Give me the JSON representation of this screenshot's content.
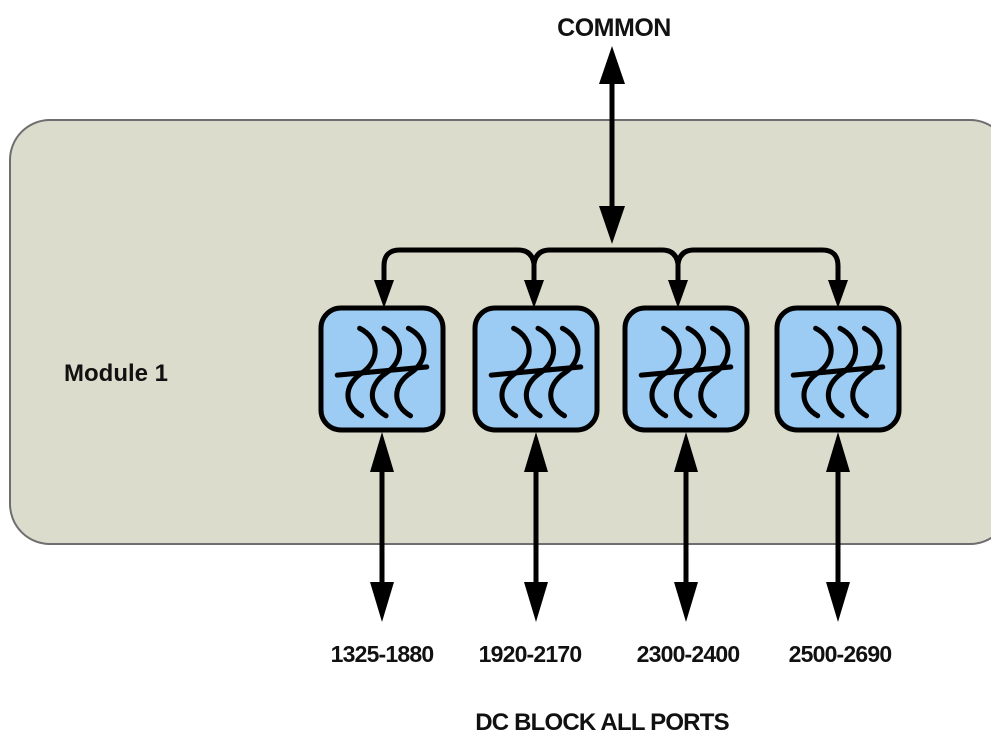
{
  "diagram": {
    "common_label": "COMMON",
    "module_label": "Module 1",
    "footer_label": "DC BLOCK ALL PORTS",
    "filters": [
      {
        "band": "1325-1880",
        "icon": "bandpass-filter-icon"
      },
      {
        "band": "1920-2170",
        "icon": "bandpass-filter-icon"
      },
      {
        "band": "2300-2400",
        "icon": "bandpass-filter-icon"
      },
      {
        "band": "2500-2690",
        "icon": "bandpass-filter-icon"
      }
    ],
    "colors": {
      "module_fill": "#dcdccc",
      "module_stroke": "#6e6e6e",
      "filter_fill": "#9ccbf3",
      "line": "#000000"
    }
  }
}
